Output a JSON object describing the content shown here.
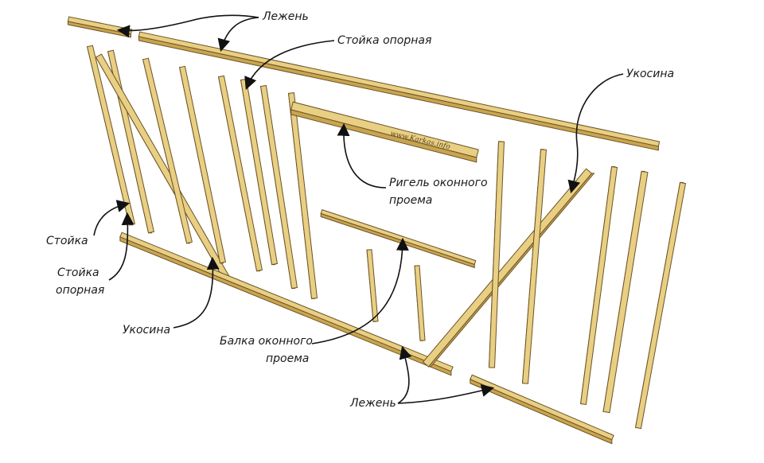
{
  "labels": {
    "lezhen_top": "Лежень",
    "stoyka_opornaya_top": "Стойка опорная",
    "ukosina_right": "Укосина",
    "rigel_line1": "Ригель оконного",
    "rigel_line2": "проема",
    "stoyka_left": "Стойка",
    "stoyka_opornaya_left_line1": "Стойка",
    "stoyka_opornaya_left_line2": "опорная",
    "ukosina_left": "Укосина",
    "balka_line1": "Балка оконного",
    "balka_line2": "проема",
    "lezhen_bottom": "Лежень"
  },
  "stamp": "www.Karkas.info",
  "colors": {
    "wood_light": "#e8cf83",
    "wood_dark": "#c9a44f",
    "outline": "#6b5326"
  }
}
